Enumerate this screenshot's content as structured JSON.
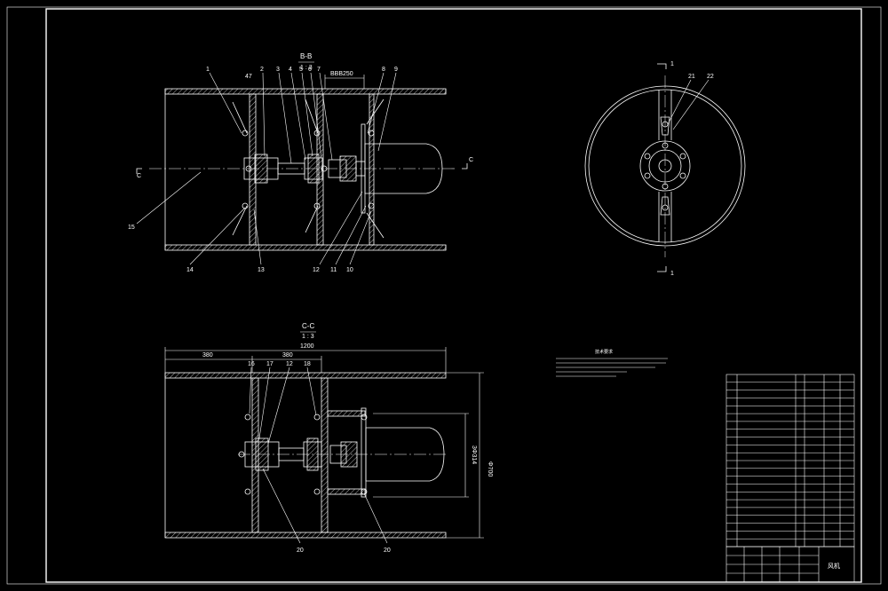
{
  "colors": {
    "background": "#000000",
    "line": "#ffffff",
    "hatch": "#ffffff",
    "centerline": "#ffffff"
  },
  "view_top": {
    "section_label": "B-B",
    "scale_label": "1 : 3",
    "dim_label": "BBB250",
    "dim_47": "47",
    "cut_left": "C",
    "cut_right": "C",
    "callouts": [
      "1",
      "2",
      "3",
      "4",
      "5",
      "6",
      "7",
      "8",
      "9",
      "10",
      "11",
      "12",
      "13",
      "14",
      "15"
    ]
  },
  "view_right": {
    "cut_top": "1",
    "cut_bottom": "1",
    "callouts": [
      "21",
      "22"
    ]
  },
  "view_bottom": {
    "section_label": "C-C",
    "scale_label": "1 : 3",
    "dim_overall": "1200",
    "dim_left": "380",
    "dim_mid": "380",
    "dim_v1": "Φ700",
    "dim_v2": "3Φ314",
    "callouts": [
      "16",
      "17",
      "12",
      "18",
      "20",
      "20"
    ]
  },
  "notes": {
    "title": "技术要求"
  },
  "title_block": {
    "drawing_name": "风机"
  }
}
